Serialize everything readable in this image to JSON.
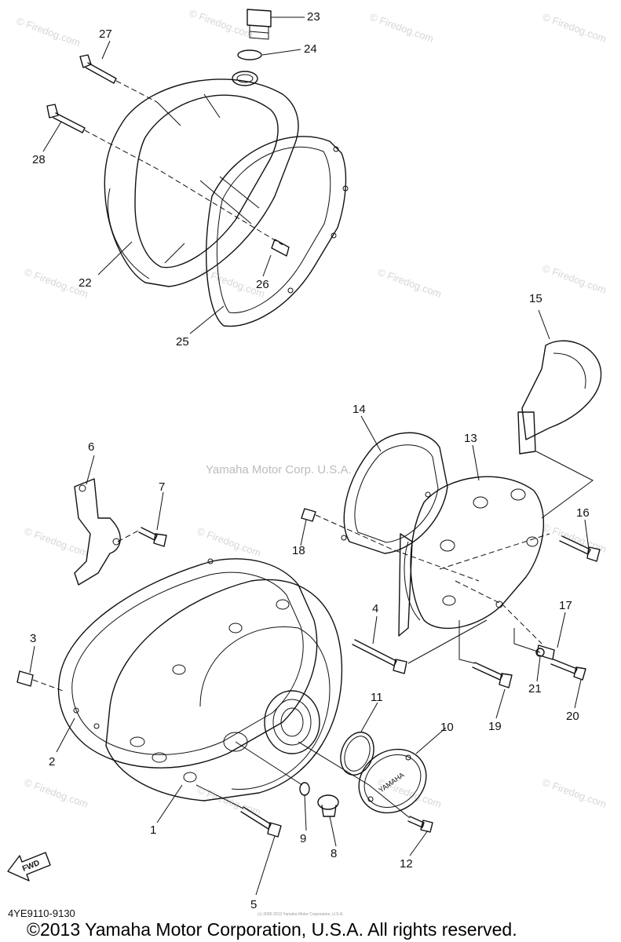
{
  "diagram": {
    "callouts": [
      "1",
      "2",
      "3",
      "4",
      "5",
      "6",
      "7",
      "8",
      "9",
      "10",
      "11",
      "12",
      "13",
      "14",
      "15",
      "16",
      "17",
      "18",
      "19",
      "20",
      "21",
      "22",
      "23",
      "24",
      "25",
      "26",
      "27",
      "28"
    ],
    "fwd_label": "FWD",
    "cover_logo": "YAMAHA",
    "center_watermark": "Yamaha Motor Corp. U.S.A.",
    "site_watermark": "© Firedog.com",
    "small_copyright": "(c) 2005-2013 Yamaha Motor Corporation, U.S.A.",
    "figure_code": "4YE9110-9130",
    "copyright": "©2013 Yamaha Motor Corporation, U.S.A. All rights reserved."
  }
}
